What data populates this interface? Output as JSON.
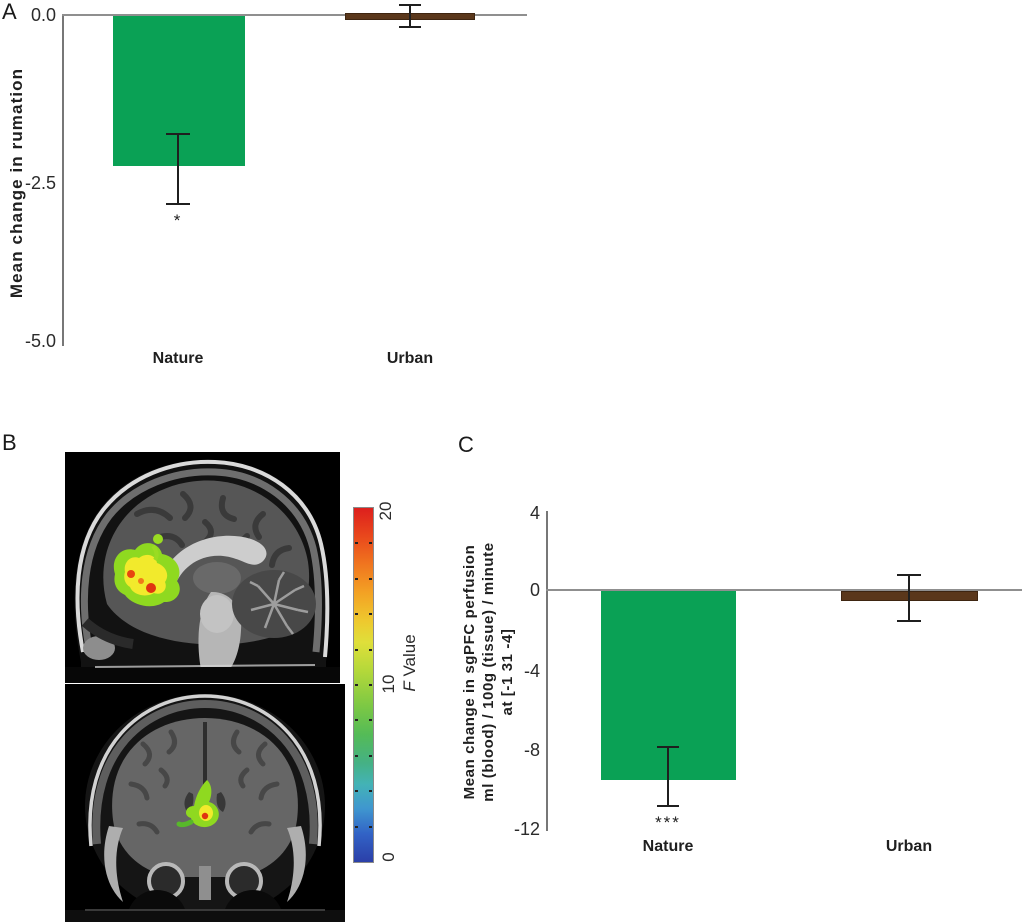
{
  "panel_labels": {
    "a": "A",
    "b": "B",
    "c": "C"
  },
  "colors": {
    "nature_bar_green": "#0aa155",
    "urban_bar_brown": "#5a371b",
    "axis_gray": "#777777",
    "error_bar_black": "#1f1f1f"
  },
  "chart_data": [
    {
      "id": "A",
      "type": "bar",
      "title": "",
      "ylabel": "Mean change in rumation",
      "categories": [
        "Nature",
        "Urban"
      ],
      "values": [
        -2.3,
        0.0
      ],
      "errors_up": [
        0.5,
        0.18
      ],
      "errors_down": [
        0.6,
        0.18
      ],
      "significance": [
        "*",
        ""
      ],
      "ytick_labels": [
        "0.0",
        "-2.5",
        "-5.0"
      ],
      "yticks": [
        0.0,
        -2.5,
        -5.0
      ],
      "ylim": [
        -5.0,
        0.3
      ],
      "grid": false,
      "legend": false,
      "bar_colors": [
        "#0aa155",
        "#5a371b"
      ]
    },
    {
      "id": "C",
      "type": "bar",
      "title": "",
      "ylabel_lines": [
        "Mean change in sgPFC perfusion",
        "ml (blood) / 100g (tissue) / minute",
        "at [-1 31 -4]"
      ],
      "categories": [
        "Nature",
        "Urban"
      ],
      "values": [
        -9.5,
        -0.5
      ],
      "errors_up": [
        1.7,
        1.35
      ],
      "errors_down": [
        1.35,
        1.05
      ],
      "significance": [
        "***",
        ""
      ],
      "ytick_labels": [
        "4",
        "0",
        "-4",
        "-8",
        "-12"
      ],
      "yticks": [
        4,
        0,
        -4,
        -8,
        -12
      ],
      "ylim": [
        -12,
        4
      ],
      "grid": false,
      "legend": false,
      "bar_colors": [
        "#0aa155",
        "#5a371b"
      ]
    }
  ],
  "panel_b": {
    "slices": [
      {
        "name": "sagittal-slice",
        "description": "Sagittal T1 MRI with yellow-green activation cluster (red peaks) in medial prefrontal cortex"
      },
      {
        "name": "coronal-slice",
        "description": "Coronal T1 MRI with small midline activation cluster in subgenual prefrontal cortex"
      }
    ],
    "colorbar": {
      "label_italic": "F",
      "label_text": "Value",
      "tick_labels": [
        "20",
        "10",
        "0"
      ],
      "range_min": 0,
      "range_max": 20
    }
  }
}
